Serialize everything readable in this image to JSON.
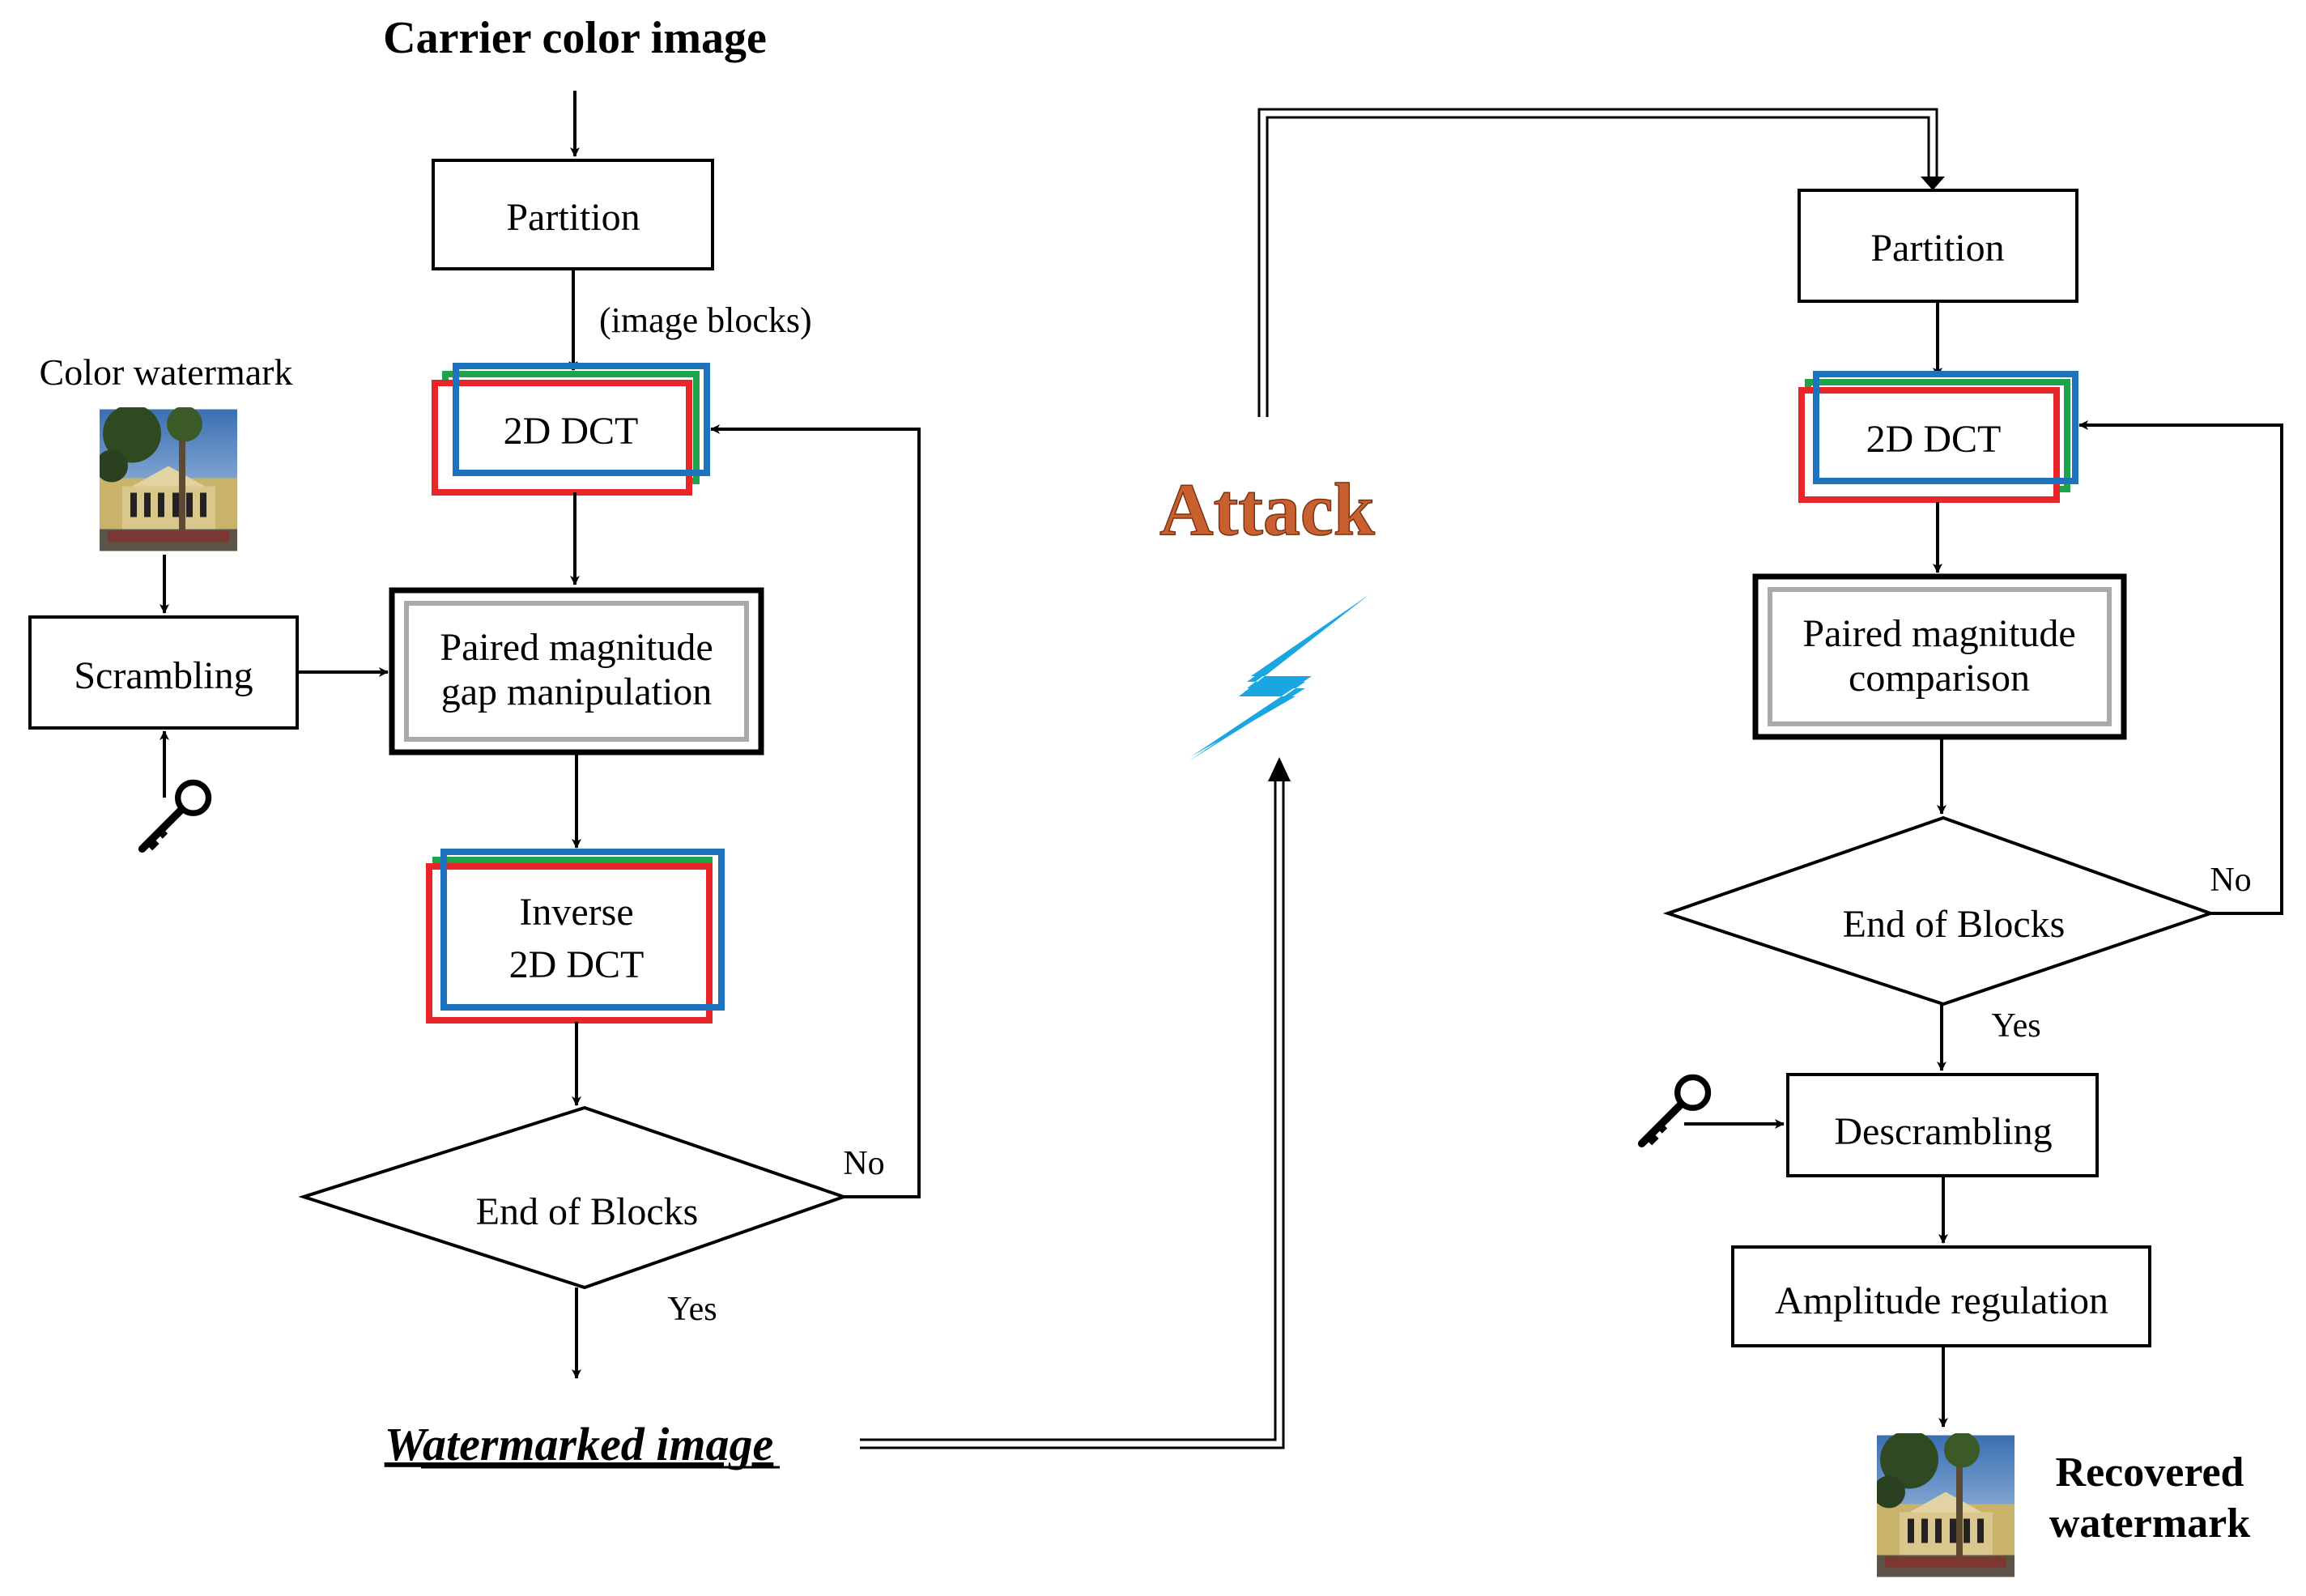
{
  "left": {
    "title": "Carrier color image",
    "partition": "Partition",
    "image_blocks": "(image blocks)",
    "color_watermark": "Color watermark",
    "dct": "2D DCT",
    "scrambling": "Scrambling",
    "pmg_line1": "Paired magnitude",
    "pmg_line2": "gap manipulation",
    "inverse_line1": "Inverse",
    "inverse_line2": "2D DCT",
    "end_blocks": "End of Blocks",
    "no": "No",
    "yes": "Yes",
    "output": "Watermarked image"
  },
  "attack": "Attack",
  "right": {
    "partition": "Partition",
    "dct": "2D DCT",
    "pmc_line1": "Paired magnitude",
    "pmc_line2": "comparison",
    "end_blocks": "End of Blocks",
    "no": "No",
    "yes": "Yes",
    "descrambling": "Descrambling",
    "amplitude": "Amplitude regulation",
    "recovered_line1": "Recovered",
    "recovered_line2": "watermark"
  },
  "colors": {
    "red": "#e8262a",
    "green": "#1fa34a",
    "blue": "#1e73be",
    "attack_text": "#b5522b",
    "bolt": "#1aa6e0"
  },
  "icons": {
    "watermark_image": "building-photo-icon",
    "key": "key-icon",
    "bolt": "lightning-bolt-icon"
  }
}
